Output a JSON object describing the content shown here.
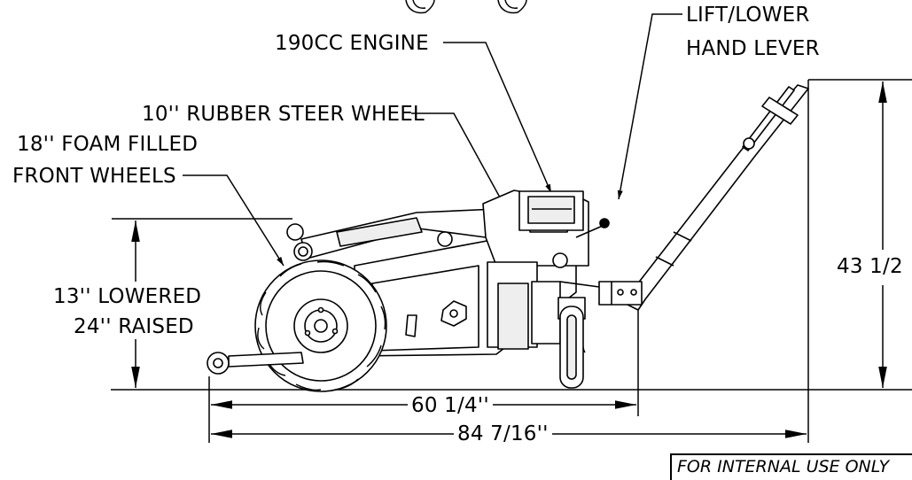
{
  "callouts": {
    "lift_lower_line1": "LIFT/LOWER",
    "lift_lower_line2": "HAND LEVER",
    "engine": "190CC ENGINE",
    "steer_wheel": "10'' RUBBER STEER WHEEL",
    "front_wheels_line1": "18'' FOAM FILLED",
    "front_wheels_line2": "FRONT WHEELS",
    "height_lowered": "13'' LOWERED",
    "height_raised": "24'' RAISED"
  },
  "dimensions": {
    "overall_height": "43 1/2",
    "wheelbase": "60 1/4''",
    "overall_length": "84 7/16''"
  },
  "footer": {
    "internal_use": "FOR INTERNAL USE ONLY"
  }
}
